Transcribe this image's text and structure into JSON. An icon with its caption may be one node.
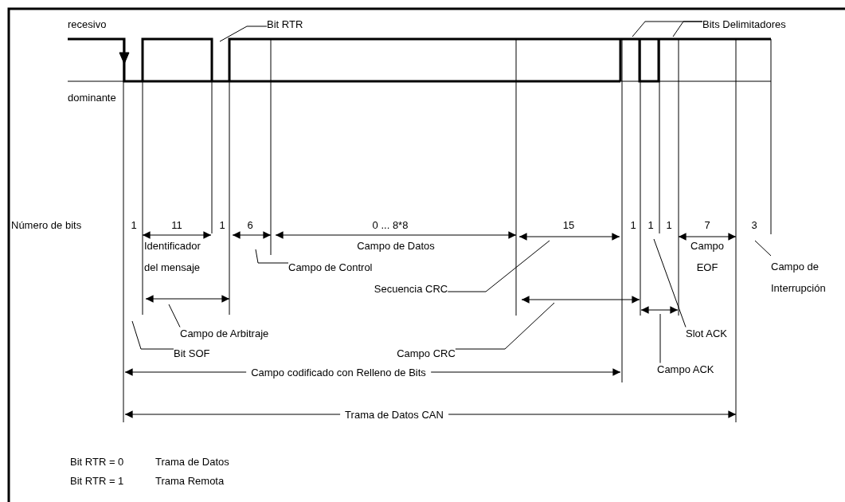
{
  "diagram": {
    "nodes": [
      {
        "text": [
          "Bit RTR"
        ]
      },
      {
        "text": [
          "Bits Delimitadores"
        ]
      },
      {
        "text": [
          "Campo de Control"
        ]
      },
      {
        "text": [
          "Secuencia CRC"
        ]
      },
      {
        "text": [
          "Campo de Interrupción"
        ]
      },
      {
        "text": [
          "Campo de Arbitraje"
        ]
      },
      {
        "text": [
          "Slot ACK"
        ]
      },
      {
        "text": [
          "Bit SOF"
        ]
      },
      {
        "text": [
          "Campo CRC"
        ]
      },
      {
        "text": [
          "Campo ACK"
        ]
      }
    ],
    "edges": [
      {
        "from": 0,
        "to": null,
        "arrow": "none"
      },
      {
        "from": 1,
        "to": null,
        "arrow": "none"
      },
      {
        "from": 1,
        "to": null,
        "arrow": "none"
      },
      {
        "from": 2,
        "to": null,
        "arrow": "none"
      },
      {
        "from": 3,
        "to": null,
        "arrow": "none"
      },
      {
        "from": 4,
        "to": null,
        "arrow": "none"
      },
      {
        "from": 5,
        "to": null,
        "arrow": "none"
      },
      {
        "from": 6,
        "to": null,
        "arrow": "none"
      },
      {
        "from": 7,
        "to": null,
        "arrow": "none"
      },
      {
        "from": 8,
        "to": null,
        "arrow": "none"
      },
      {
        "from": 9,
        "to": null,
        "arrow": "none"
      }
    ],
    "labels": [
      "recesivo",
      "dominante",
      "Número de bits",
      "1",
      "11",
      "1",
      "6",
      "0 ... 8*8",
      "15",
      "1",
      "1",
      "1",
      "7",
      "3",
      "Identificador del mensaje",
      "Campo de Datos",
      "Campo EOF",
      "Campo codificado con Relleno de Bits",
      "Trama de Datos CAN",
      "Bit RTR = 0",
      "Trama de Datos",
      "Bit RTR = 1",
      "Trama Remota"
    ]
  }
}
